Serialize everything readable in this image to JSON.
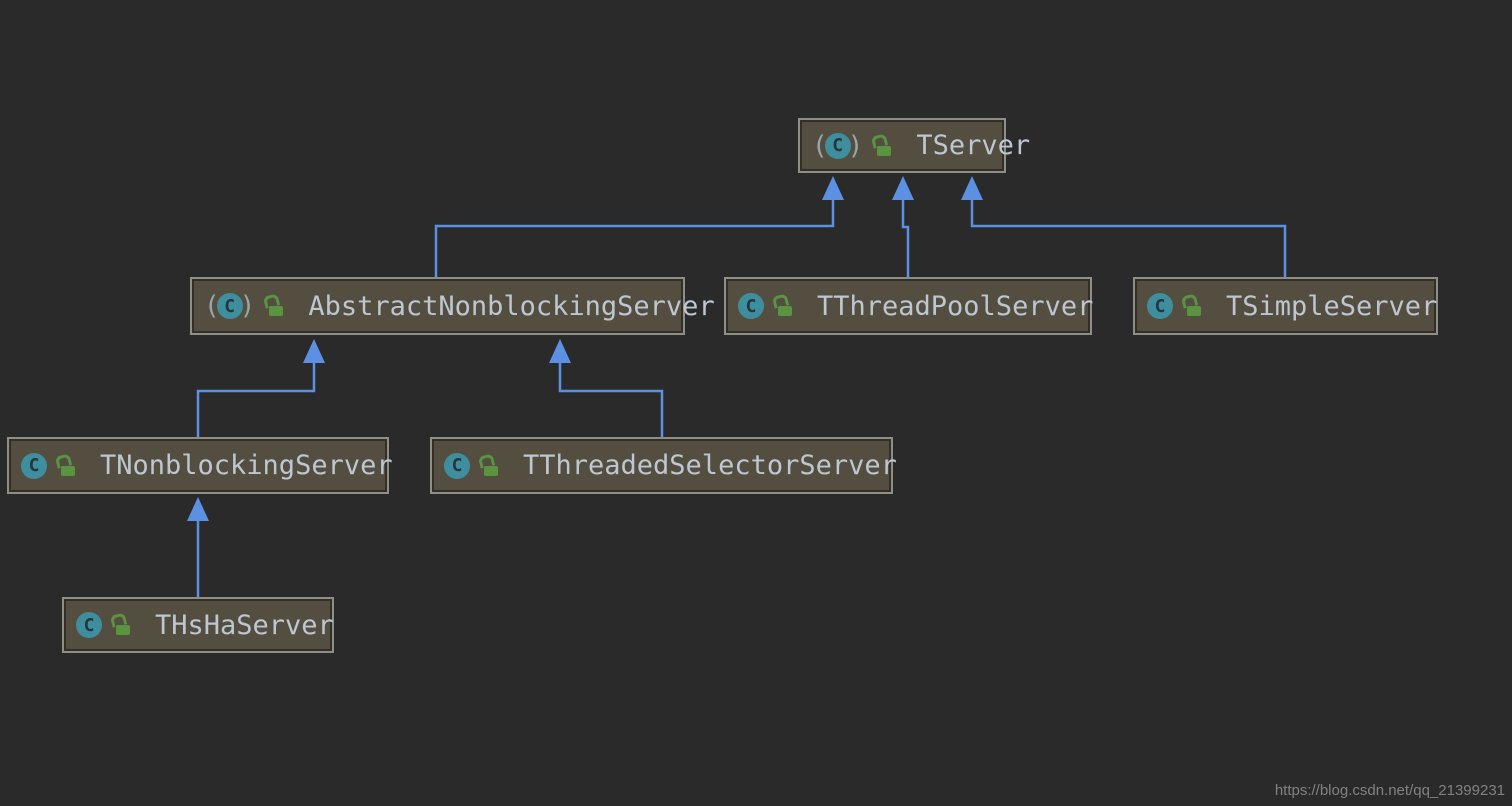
{
  "diagram_type": "uml-class-inheritance",
  "colors": {
    "background": "#2a2a2a",
    "node_fill": "#544e40",
    "node_border": "#908f87",
    "node_text": "#bdc7d2",
    "edge_blue": "#5b90e2",
    "class_icon_teal": "#3f8e9e",
    "lock_green": "#5a9441",
    "watermark_gray": "#818181"
  },
  "icons": {
    "class_letter": "C",
    "paren_left": "(",
    "paren_right": ")",
    "lock_meaning": "public-unlocked-icon"
  },
  "classes": [
    {
      "name": "TServer",
      "abstract": true,
      "visibility": "public"
    },
    {
      "name": "AbstractNonblockingServer",
      "abstract": true,
      "visibility": "public"
    },
    {
      "name": "TThreadPoolServer",
      "abstract": false,
      "visibility": "public"
    },
    {
      "name": "TSimpleServer",
      "abstract": false,
      "visibility": "public"
    },
    {
      "name": "TNonblockingServer",
      "abstract": false,
      "visibility": "public"
    },
    {
      "name": "TThreadedSelectorServer",
      "abstract": false,
      "visibility": "public"
    },
    {
      "name": "THsHaServer",
      "abstract": false,
      "visibility": "public"
    }
  ],
  "inheritance": [
    {
      "child": "AbstractNonblockingServer",
      "parent": "TServer"
    },
    {
      "child": "TThreadPoolServer",
      "parent": "TServer"
    },
    {
      "child": "TSimpleServer",
      "parent": "TServer"
    },
    {
      "child": "TNonblockingServer",
      "parent": "AbstractNonblockingServer"
    },
    {
      "child": "TThreadedSelectorServer",
      "parent": "AbstractNonblockingServer"
    },
    {
      "child": "THsHaServer",
      "parent": "TNonblockingServer"
    }
  ],
  "watermark": {
    "text": "https://blog.csdn.net/qq_21399231"
  }
}
